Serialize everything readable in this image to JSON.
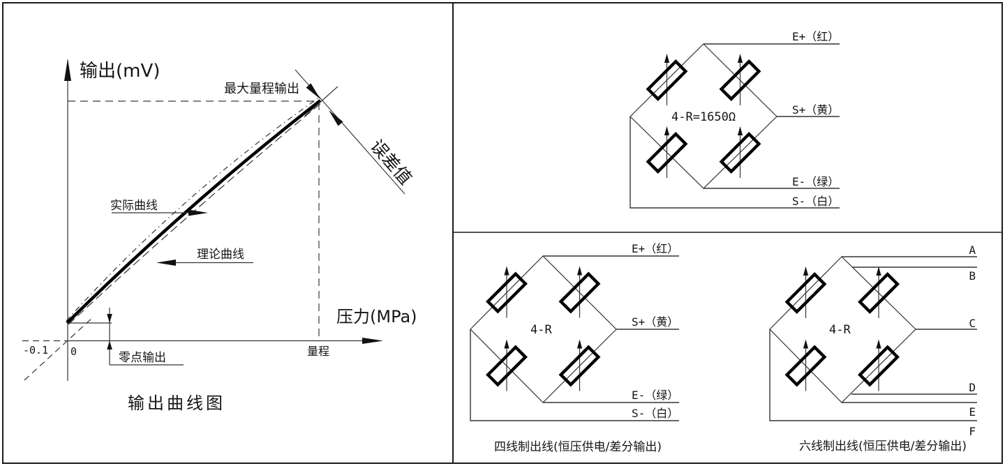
{
  "curve_panel": {
    "title": "输出曲线图",
    "y_axis_label": "输出(mV)",
    "x_axis_label": "压力(MPa)",
    "annotations": {
      "max_range_output": "最大量程输出",
      "error_value": "误差值",
      "actual_curve": "实际曲线",
      "theoretical_curve": "理论曲线",
      "zero_output": "零点输出",
      "range": "量程",
      "origin_tick": "0",
      "negative_tick": "-0.1"
    }
  },
  "bridge_full_range": {
    "center_label": "4-R=1650Ω",
    "wire_labels": {
      "e_plus": "E+（红）",
      "s_plus": "S+（黄）",
      "e_minus": "E-（绿）",
      "s_minus": "S-（白）"
    }
  },
  "bridge_four_wire": {
    "center_label": "4-R",
    "caption": "四线制出线(恒压供电/差分输出)",
    "wire_labels": {
      "e_plus": "E+（红）",
      "s_plus": "S+（黄）",
      "e_minus": "E-（绿）",
      "s_minus": "S-（白）"
    }
  },
  "bridge_six_wire": {
    "center_label": "4-R",
    "caption": "六线制出线(恒压供电/差分输出)",
    "wire_labels": {
      "a": "A",
      "b": "B",
      "c": "C",
      "d": "D",
      "e": "E",
      "f": "F"
    }
  },
  "colors": {
    "ink": "#111111",
    "line": "#333333",
    "background": "#ffffff"
  }
}
